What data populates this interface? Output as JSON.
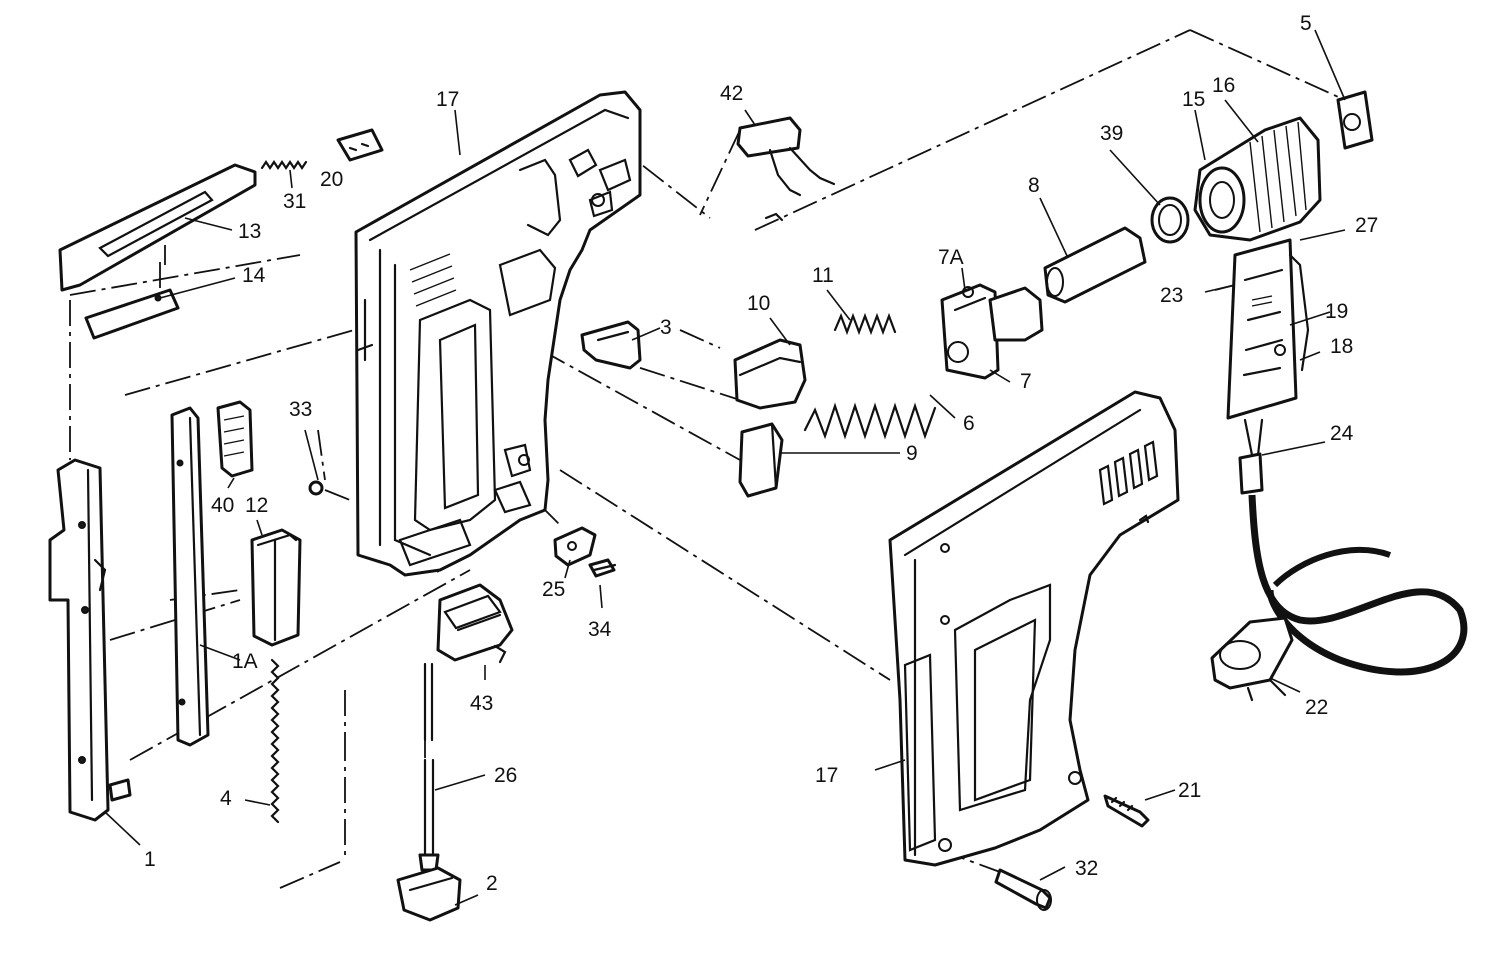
{
  "labels": {
    "p1": "1",
    "p1a": "1A",
    "p2": "2",
    "p3": "3",
    "p4": "4",
    "p5": "5",
    "p6": "6",
    "p7": "7",
    "p7a": "7A",
    "p8": "8",
    "p9": "9",
    "p10": "10",
    "p11": "11",
    "p12": "12",
    "p13": "13",
    "p14": "14",
    "p15": "15",
    "p16": "16",
    "p17_top": "17",
    "p17_bottom": "17",
    "p18": "18",
    "p19": "19",
    "p20": "20",
    "p21": "21",
    "p22": "22",
    "p23": "23",
    "p24": "24",
    "p25": "25",
    "p26": "26",
    "p27": "27",
    "p31": "31",
    "p32": "32",
    "p33": "33",
    "p34": "34",
    "p39": "39",
    "p40": "40",
    "p42": "42",
    "p43": "43"
  },
  "colors": {
    "ink": "#111111",
    "paper": "#ffffff"
  }
}
